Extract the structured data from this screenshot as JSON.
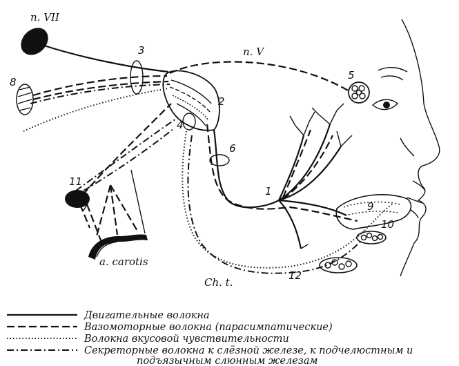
{
  "labels": {
    "n_vii": "n. VII",
    "n_v": "n. V",
    "carotis": "a. carotis",
    "chorda": "Ch. t."
  },
  "numbers": {
    "n1": "1",
    "n2": "2",
    "n3": "3",
    "n4": "4",
    "n5": "5",
    "n6": "6",
    "n7": "7",
    "n8": "8",
    "n9": "9",
    "n10": "10",
    "n11": "11",
    "n12": "12"
  },
  "legend": {
    "items": [
      {
        "style": "solid",
        "text": "Двигательные волокна"
      },
      {
        "style": "dash",
        "text": "Вазомоторные волокна (парасимпатические)"
      },
      {
        "style": "dot",
        "text": "Волокна вкусовой чувствительности"
      },
      {
        "style": "dashdot",
        "text": "Секреторные волокна к слёзной железе, к подчелюстным и"
      }
    ],
    "continuation": "подъязычным слюнным железам"
  }
}
